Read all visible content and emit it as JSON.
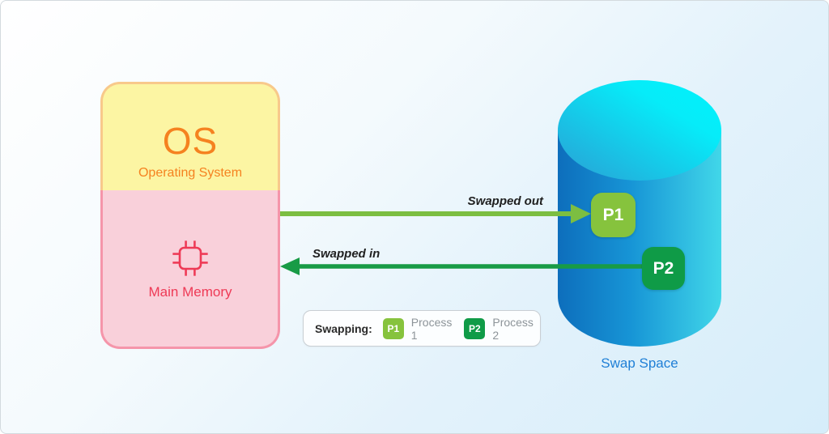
{
  "diagram": {
    "title_hint": "Operating system swapping diagram",
    "memory_box": {
      "os_abbr": "OS",
      "os_label": "Operating System",
      "ram_label": "Main Memory",
      "ram_icon": "chip-icon"
    },
    "arrows": {
      "out_label": "Swapped out",
      "in_label": "Swapped in"
    },
    "swap_space": {
      "label": "Swap Space",
      "p1_badge": "P1",
      "p2_badge": "P2"
    },
    "legend": {
      "title": "Swapping:",
      "items": [
        {
          "badge": "P1",
          "label": "Process 1"
        },
        {
          "badge": "P2",
          "label": "Process 2"
        }
      ]
    }
  },
  "colors": {
    "frame-border": "#d3dade",
    "yellow-fill": "#fcf5a3",
    "yellow-border": "#f8c98b",
    "pink-fill": "#f9d0da",
    "pink-border": "#f595aa",
    "orange-text": "#f58220",
    "red-text": "#ee3a56",
    "cyl-left": "#0d6ebc",
    "cyl-mid": "#1795d6",
    "cyl-right": "#41d7e9",
    "cyl-top-left": "#2a9fd4",
    "cyl-top-right": "#00f2fb",
    "p1-green": "#86c33d",
    "p2-green": "#0f9b47",
    "arrow-out": "#7cbe41",
    "arrow-in": "#189b46",
    "swap-label": "#1f7fd6",
    "legend-border": "#c9ced3",
    "legend-text": "#8d9499"
  }
}
